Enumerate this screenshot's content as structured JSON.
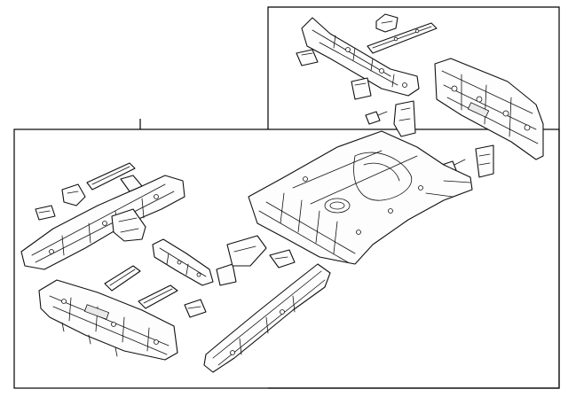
{
  "diagram": {
    "background": "#ffffff",
    "line_color": "#111111",
    "panels": [
      "left-group-panel",
      "right-group-panel"
    ],
    "parts": [
      "rear-floor-pan",
      "rear-body-panel",
      "rear-crossmember",
      "left-rear-side-member",
      "right-rear-side-member",
      "front-floor-panel",
      "center-crossmember",
      "small-brackets",
      "bolts"
    ]
  }
}
